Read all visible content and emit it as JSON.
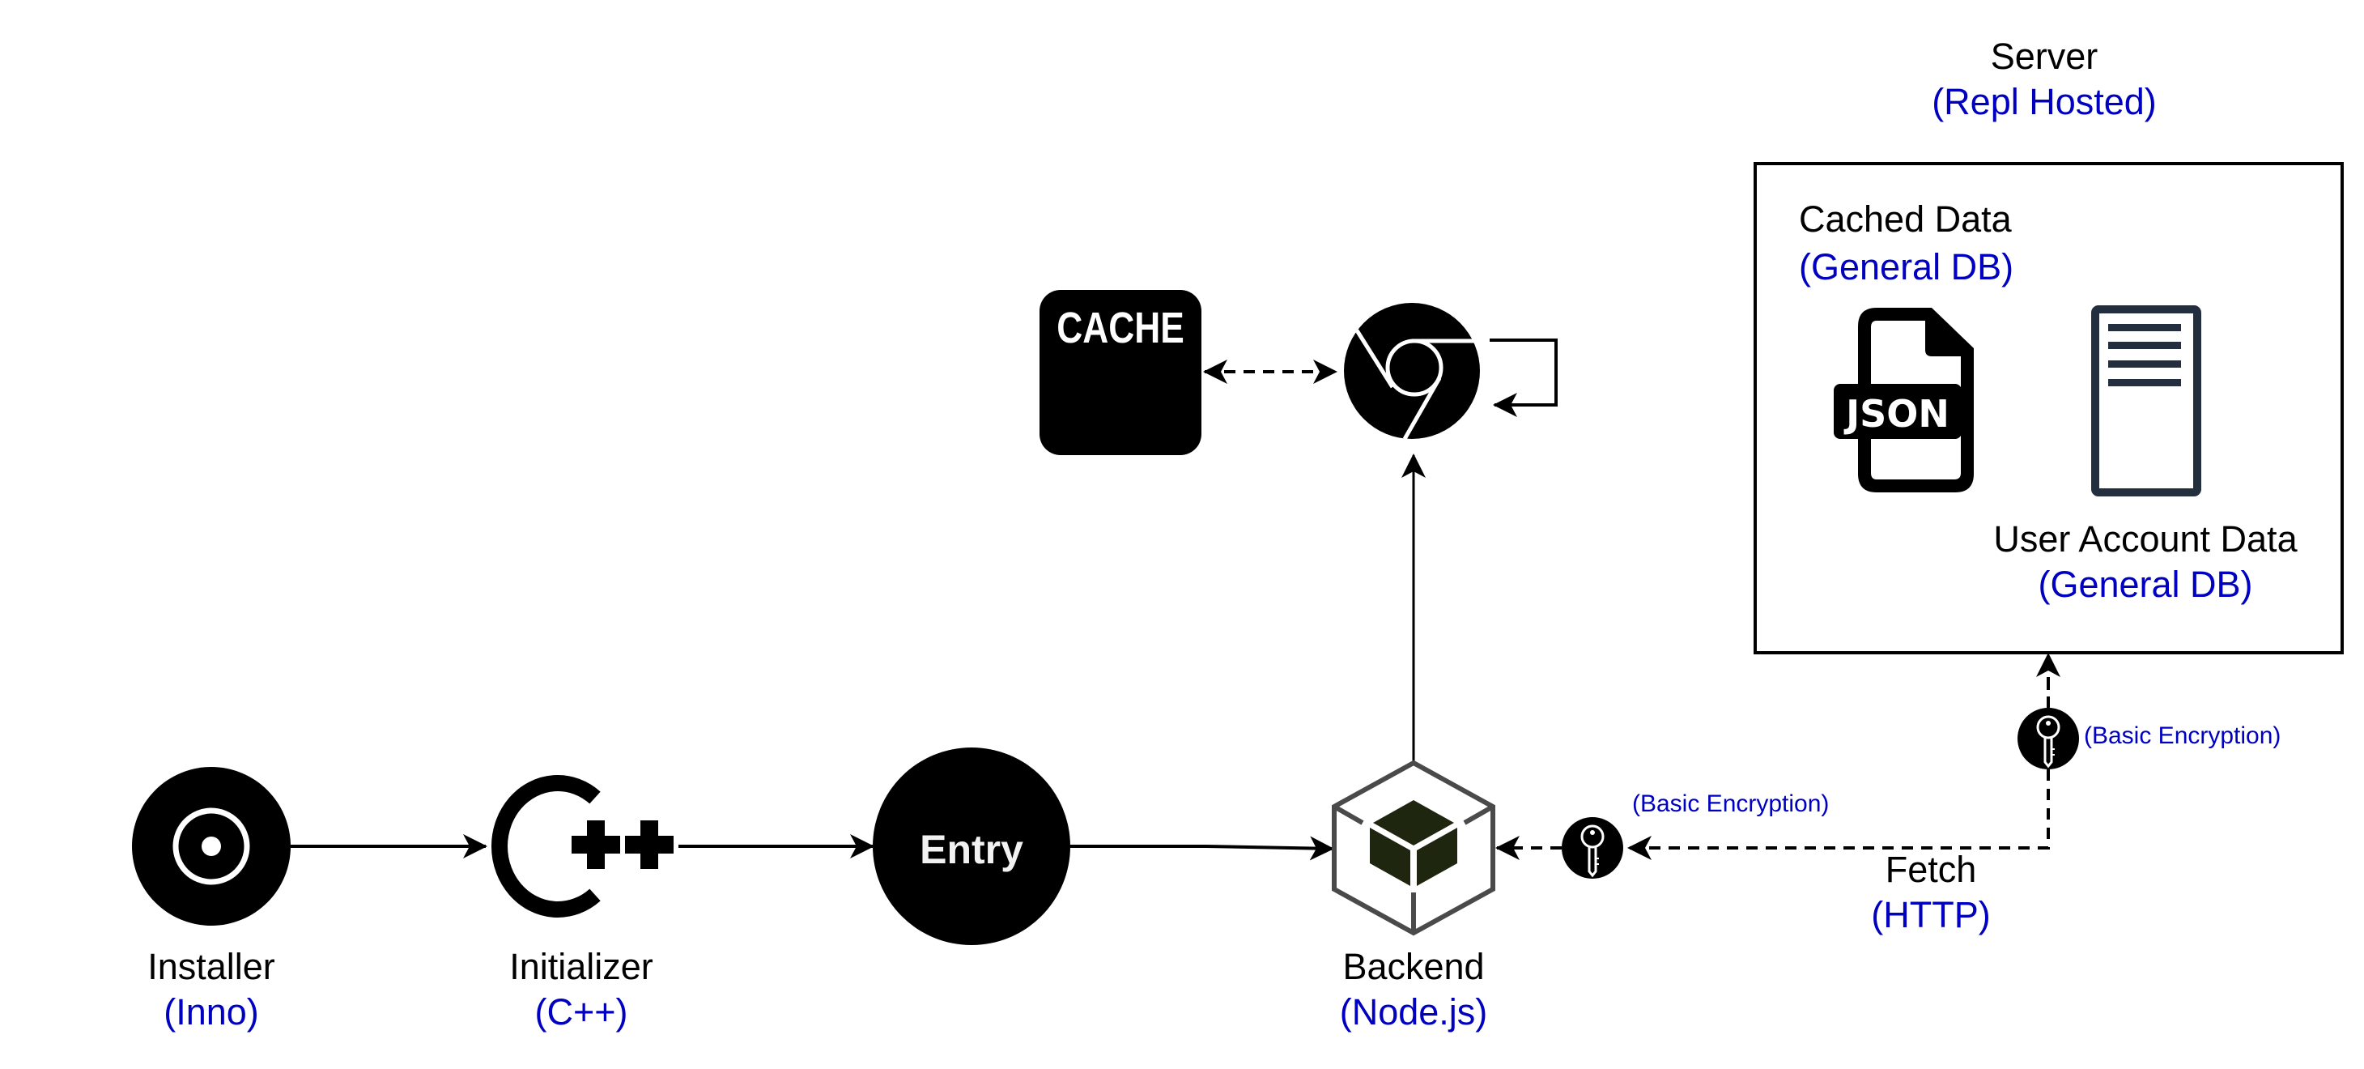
{
  "colors": {
    "primary_text": "#000000",
    "subtitle_text": "#0000c0",
    "icon_fill": "#000000",
    "server_rack": "#232f3e",
    "cube_outline": "#4a4a4a",
    "cube_fill": "#1e2610"
  },
  "nodes": {
    "installer": {
      "title": "Installer",
      "subtitle": "(Inno)",
      "icon": "disc-icon"
    },
    "initializer": {
      "title": "Initializer",
      "subtitle": "(C++)",
      "icon": "cpp-logo-icon"
    },
    "entry": {
      "label": "Entry",
      "icon": "circle"
    },
    "backend": {
      "title": "Backend",
      "subtitle": "(Node.js)",
      "icon": "cube-icon"
    },
    "cache": {
      "label": "CACHE",
      "icon": "cache-icon"
    },
    "browser": {
      "icon": "chrome-icon"
    },
    "server": {
      "title": "Server",
      "subtitle": "(Repl Hosted)",
      "cached_data": {
        "title": "Cached Data",
        "subtitle": "(General DB)",
        "icon": "json-file-icon",
        "badge": "JSON"
      },
      "user_account_data": {
        "title": "User Account Data",
        "subtitle": "(General DB)",
        "icon": "server-rack-icon"
      }
    }
  },
  "edges": {
    "fetch": {
      "title": "Fetch",
      "subtitle": "(HTTP)"
    },
    "encryption_near_backend": {
      "label": "(Basic Encryption)",
      "icon": "key-icon"
    },
    "encryption_near_server": {
      "label": "(Basic Encryption)",
      "icon": "key-icon"
    }
  }
}
